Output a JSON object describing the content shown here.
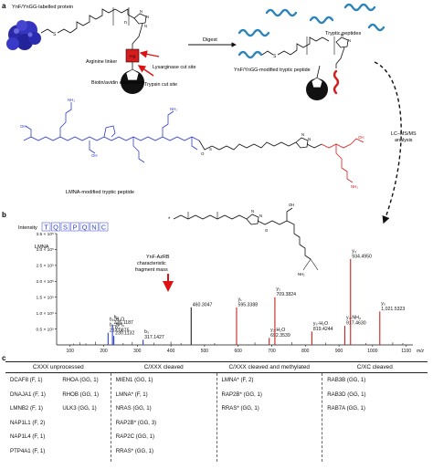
{
  "panel_a": {
    "label": "a",
    "protein_label": "YnF/YnGG-labelled protein",
    "subscript_n": "n",
    "arginine_linker": "Arginine linker",
    "lysarginase": "Lysarginase cut site",
    "trypsin": "Trypsin cut site",
    "biotin": "Biotin/avidin enrichment",
    "digest": "Digest",
    "tryptic_peptides": "Tryptic peptides",
    "modified_peptide": "YnF/YnGG-modified tryptic peptide",
    "lcms": "LC–MS/MS analysis",
    "lmna_caption": "LMNA-modified tryptic peptide"
  },
  "panel_b": {
    "label": "b",
    "intensity": "Intensity",
    "sequence": [
      "T",
      "Q",
      "S",
      "P",
      "Q",
      "N",
      "C"
    ],
    "protein": "LMNA",
    "fragment_note": "YnF-AzRB characteristic fragment mass",
    "xlabel": "m/z"
  },
  "chart_data": {
    "type": "bar",
    "xlabel": "m/z",
    "ylabel": "Intensity",
    "xlim": [
      60,
      1120
    ],
    "ylim": [
      0,
      350000
    ],
    "x_ticks": [
      100,
      200,
      300,
      400,
      500,
      600,
      700,
      800,
      900,
      1000,
      1100
    ],
    "y_ticks": [
      {
        "value": 50000,
        "label": "0.5 × 10⁵"
      },
      {
        "value": 100000,
        "label": "1.0 × 10⁵"
      },
      {
        "value": 150000,
        "label": "1.5 × 10⁵"
      },
      {
        "value": 200000,
        "label": "2.0 × 10⁵"
      },
      {
        "value": 250000,
        "label": "2.5 × 10⁵"
      },
      {
        "value": 300000,
        "label": "3.0 × 10⁵"
      },
      {
        "value": 350000,
        "label": "3.5 × 10⁵"
      }
    ],
    "peaks": [
      {
        "mz": 110,
        "i": 4000,
        "kind": "other"
      },
      {
        "mz": 129,
        "i": 8000,
        "kind": "other"
      },
      {
        "mz": 147,
        "i": 5000,
        "kind": "other"
      },
      {
        "mz": 175,
        "i": 10000,
        "kind": "other"
      },
      {
        "mz": 213.0875,
        "i": 38000,
        "kind": "b",
        "label": "b₂-H₂O\nb₂-NH₃\n213.0875"
      },
      {
        "mz": 226.1187,
        "i": 62000,
        "kind": "b",
        "label": "b₂\n226.1187"
      },
      {
        "mz": 230.1132,
        "i": 28000,
        "kind": "b",
        "label": "b₂\n230.1132"
      },
      {
        "mz": 258,
        "i": 6000,
        "kind": "other"
      },
      {
        "mz": 285,
        "i": 9000,
        "kind": "other"
      },
      {
        "mz": 317.1427,
        "i": 16000,
        "kind": "b",
        "label": "b₃\n317.1427"
      },
      {
        "mz": 350,
        "i": 7000,
        "kind": "other"
      },
      {
        "mz": 400,
        "i": 10000,
        "kind": "other"
      },
      {
        "mz": 430,
        "i": 6000,
        "kind": "other"
      },
      {
        "mz": 460.3047,
        "i": 118000,
        "kind": "marker",
        "label": "460.3047"
      },
      {
        "mz": 530,
        "i": 6000,
        "kind": "other"
      },
      {
        "mz": 595.3388,
        "i": 118000,
        "kind": "y",
        "label": "y₁\n595.3388"
      },
      {
        "mz": 650,
        "i": 8000,
        "kind": "other"
      },
      {
        "mz": 692.3539,
        "i": 22000,
        "kind": "y",
        "label": "y₂-H₂O\n692.3539"
      },
      {
        "mz": 709.3824,
        "i": 150000,
        "kind": "y",
        "label": "y₂\n709.3824"
      },
      {
        "mz": 760,
        "i": 9000,
        "kind": "other"
      },
      {
        "mz": 819.4244,
        "i": 42000,
        "kind": "y",
        "label": "y₃-H₂O\n819.4244"
      },
      {
        "mz": 860,
        "i": 7000,
        "kind": "other"
      },
      {
        "mz": 917.463,
        "i": 60000,
        "kind": "y",
        "label": "y₄-NH₃\n917.4630"
      },
      {
        "mz": 934.495,
        "i": 270000,
        "kind": "y",
        "label": "y₄\n934.4950"
      },
      {
        "mz": 980,
        "i": 6000,
        "kind": "other"
      },
      {
        "mz": 1021.5323,
        "i": 105000,
        "kind": "y",
        "label": "y₅\n1,021.5323"
      },
      {
        "mz": 1060,
        "i": 8000,
        "kind": "other"
      },
      {
        "mz": 1090,
        "i": 6000,
        "kind": "other"
      }
    ],
    "colors": {
      "b": "#2e3fcf",
      "y": "#c8241c",
      "other": "#222222",
      "marker": "#222222"
    }
  },
  "panel_c": {
    "label": "c",
    "headers": [
      "CXXX unprocessed",
      "C/XXX cleaved",
      "C/XXX cleaved and methylated",
      "C/XC cleaved"
    ],
    "unprocessed": [
      [
        "DCAF8 (F, 1)",
        "RHOA (GG, 1)"
      ],
      [
        "DNAJA1 (F, 1)",
        "RHOB (GG, 1)"
      ],
      [
        "LMNB2 (F, 1)",
        "ULK3 (GG, 1)"
      ],
      [
        "NAP1L1 (F, 2)",
        ""
      ],
      [
        "NAP1L4 (F, 1)",
        ""
      ],
      [
        "PTP4A1 (F, 1)",
        ""
      ]
    ],
    "cleaved": [
      "MIEN1 (GG, 1)",
      "LMNA* (F, 1)",
      "NRAS (GG, 1)",
      "RAP2B* (GG, 3)",
      "RAP2C (GG, 1)",
      "RRAS* (GG, 1)"
    ],
    "methylated": [
      "LMNA* (F, 2)",
      "RAP2B* (GG, 1)",
      "RRAS* (GG, 1)"
    ],
    "xc": [
      "RAB3B (GG, 1)",
      "RAB3D (GG, 1)",
      "RAB7A (GG, 1)"
    ]
  }
}
